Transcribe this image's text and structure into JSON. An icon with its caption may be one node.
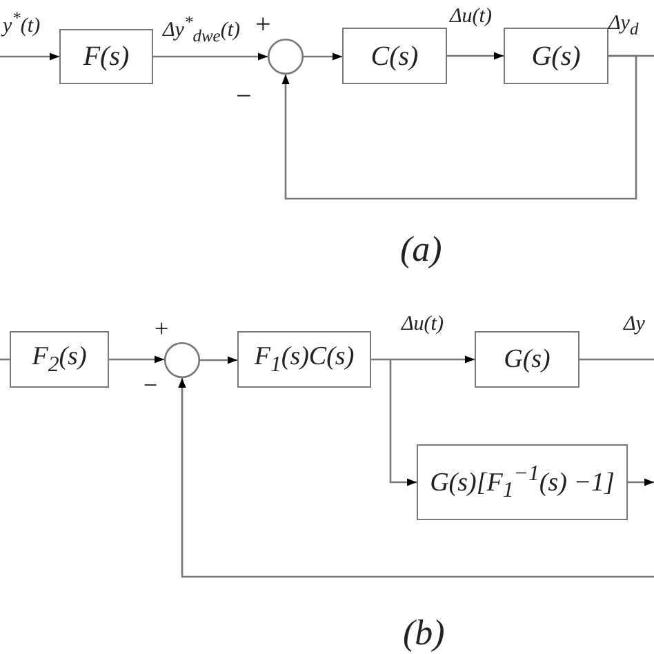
{
  "diagram": {
    "nodes": [
      {
        "text": [
          "F(s)"
        ]
      },
      {
        "text": [],
        "shape": "circle"
      },
      {
        "text": [
          "C(s)"
        ]
      },
      {
        "text": [
          "G(s)"
        ]
      },
      {
        "text": [
          "F$_{2}$(s)"
        ]
      },
      {
        "text": [],
        "shape": "circle"
      },
      {
        "text": [
          "F$_{1}$(s)C(s)"
        ]
      },
      {
        "text": [
          "G(s)"
        ]
      },
      {
        "text": [
          "G(s)[F$_{1}$$^{−1}$(s) −1]"
        ]
      }
    ],
    "edges": [
      {
        "from": null,
        "to": 0,
        "arrow": "to",
        "label": "y$^{*}$(t)"
      },
      {
        "from": 0,
        "to": 1,
        "arrow": "to",
        "label": "Δy$^{*}$$_{dwe}$(t)"
      },
      {
        "from": 1,
        "to": 2,
        "arrow": "to"
      },
      {
        "from": 2,
        "to": 3,
        "arrow": "to",
        "label": "Δu(t)"
      },
      {
        "from": 3,
        "to": null,
        "arrow": "none",
        "label": "Δy$_{d}$"
      },
      {
        "from": 3,
        "to": 1,
        "arrow": "to"
      },
      {
        "from": null,
        "to": 4,
        "arrow": "none"
      },
      {
        "from": 4,
        "to": 5,
        "arrow": "to"
      },
      {
        "from": 5,
        "to": 6,
        "arrow": "to"
      },
      {
        "from": 6,
        "to": 7,
        "arrow": "to",
        "label": "Δu(t)"
      },
      {
        "from": 6,
        "to": 8,
        "arrow": "to"
      },
      {
        "from": 7,
        "to": null,
        "arrow": "none",
        "label": "Δy"
      },
      {
        "from": 8,
        "to": null,
        "arrow": "to"
      },
      {
        "from": null,
        "to": 5,
        "arrow": "to"
      }
    ],
    "labels": [
      "+",
      "−",
      "(a)",
      "+",
      "−",
      "(b)"
    ]
  }
}
